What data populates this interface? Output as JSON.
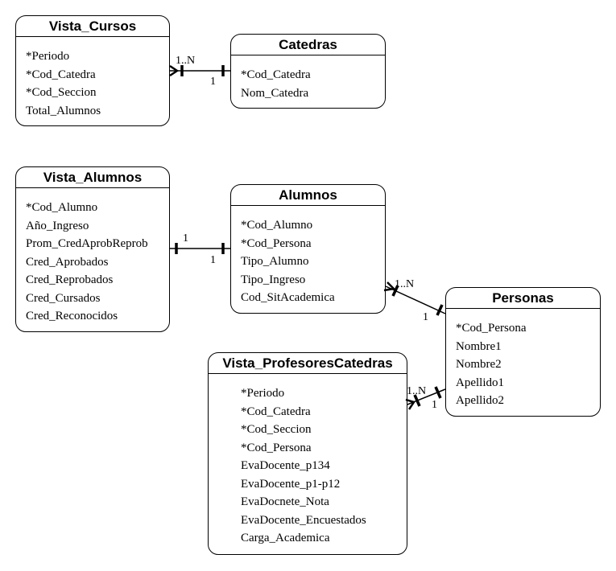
{
  "entities": {
    "vista_cursos": {
      "title": "Vista_Cursos",
      "attributes": [
        "*Periodo",
        "*Cod_Catedra",
        "*Cod_Seccion",
        "Total_Alumnos"
      ]
    },
    "catedras": {
      "title": "Catedras",
      "attributes": [
        "*Cod_Catedra",
        "Nom_Catedra"
      ]
    },
    "vista_alumnos": {
      "title": "Vista_Alumnos",
      "attributes": [
        "*Cod_Alumno",
        "Año_Ingreso",
        "Prom_CredAprobReprob",
        "Cred_Aprobados",
        "Cred_Reprobados",
        "Cred_Cursados",
        "Cred_Reconocidos"
      ]
    },
    "alumnos": {
      "title": "Alumnos",
      "attributes": [
        "*Cod_Alumno",
        "*Cod_Persona",
        "Tipo_Alumno",
        "Tipo_Ingreso",
        "Cod_SitAcademica"
      ]
    },
    "personas": {
      "title": "Personas",
      "attributes": [
        "*Cod_Persona",
        "Nombre1",
        "Nombre2",
        "Apellido1",
        "Apellido2"
      ]
    },
    "vista_profesores_catedras": {
      "title": "Vista_ProfesoresCatedras",
      "attributes": [
        "*Periodo",
        "*Cod_Catedra",
        "*Cod_Seccion",
        "*Cod_Persona",
        "EvaDocente_p134",
        "EvaDocente_p1-p12",
        "EvaDocnete_Nota",
        "EvaDocente_Encuestados",
        "Carga_Academica"
      ]
    }
  },
  "relationships": {
    "cursos_catedras": {
      "from_card": "1..N",
      "to_card": "1"
    },
    "valumnos_alumnos": {
      "from_card": "1",
      "to_card": "1"
    },
    "alumnos_personas": {
      "from_card": "1..N",
      "to_card": "1"
    },
    "vprof_personas": {
      "from_card": "1..N",
      "to_card": "1"
    }
  }
}
